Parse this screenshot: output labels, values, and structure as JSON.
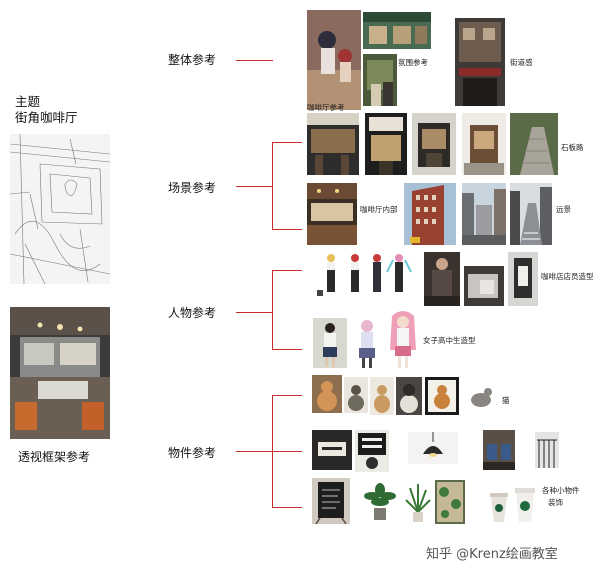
{
  "theme": {
    "label": "主题",
    "name": "街角咖啡厅",
    "perspective_caption": "透视框架参考"
  },
  "categories": {
    "overall": "整体参考",
    "scene": "场景参考",
    "character": "人物参考",
    "object": "物件参考"
  },
  "thumb_captions": {
    "atmosphere": "氛围参考",
    "street_feel": "街道感",
    "cafe_ref": "咖啡厅参考",
    "stone_road": "石板路",
    "cafe_interior": "咖啡厅内部",
    "distant_view": "远景",
    "staff_design": "咖啡店店员造型",
    "schoolgirl_design": "女子高中生造型",
    "cat": "猫",
    "small_items_line1": "各种小物件",
    "small_items_line2": "装饰"
  },
  "watermark": "知乎 @Krenz绘画教室",
  "colors": {
    "connector": "#c92b2b"
  }
}
